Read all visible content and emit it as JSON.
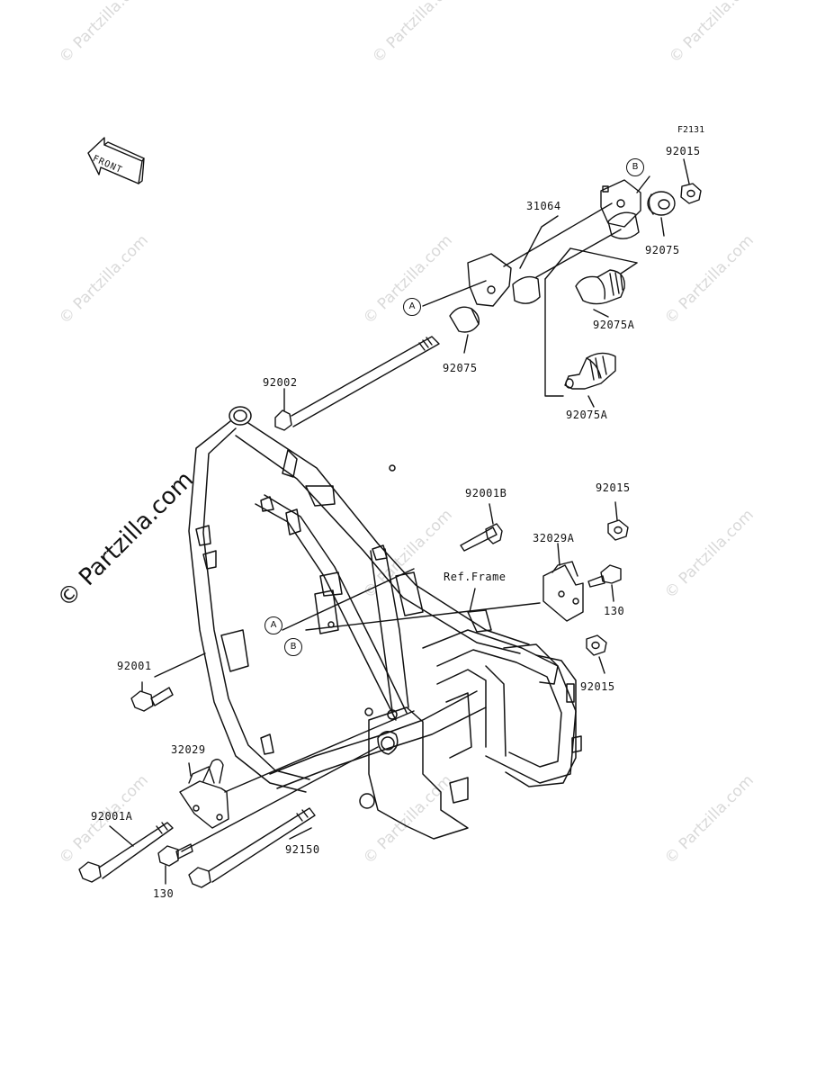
{
  "diagram": {
    "code": "F2131",
    "front_label": "FRONT",
    "ref_label": "Ref.Frame"
  },
  "watermark": {
    "main": "© Partzilla.com",
    "small": "© Partzilla.com"
  },
  "callouts": [
    "A",
    "B"
  ],
  "parts": {
    "p31064": "31064",
    "p92015_top": "92015",
    "p92075_right": "92075",
    "p92075a_upper": "92075A",
    "p92075_left": "92075",
    "p92075a_lower": "92075A",
    "p92002": "92002",
    "p92001b": "92001B",
    "p92015_mid": "92015",
    "p32029a": "32029A",
    "p130_right": "130",
    "p92015_low": "92015",
    "p92001": "92001",
    "p32029": "32029",
    "p92001a": "92001A",
    "p92150": "92150",
    "p130_left": "130"
  },
  "colors": {
    "line": "#111111",
    "watermark": "#d9d9d9",
    "background": "#ffffff"
  }
}
